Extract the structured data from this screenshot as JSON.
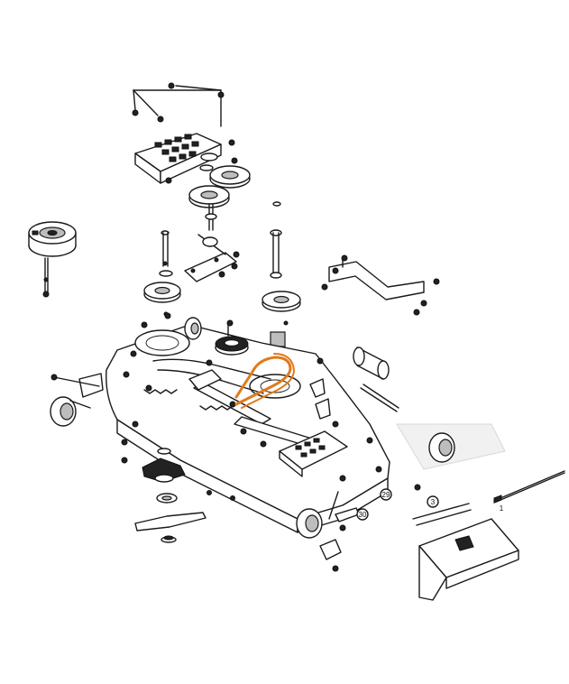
{
  "callouts": {
    "c29": "29",
    "c30": "30",
    "c3": "3",
    "c1": "1"
  },
  "colors": {
    "highlight_belt": "#e07a1a",
    "line": "#1a1a1a"
  }
}
